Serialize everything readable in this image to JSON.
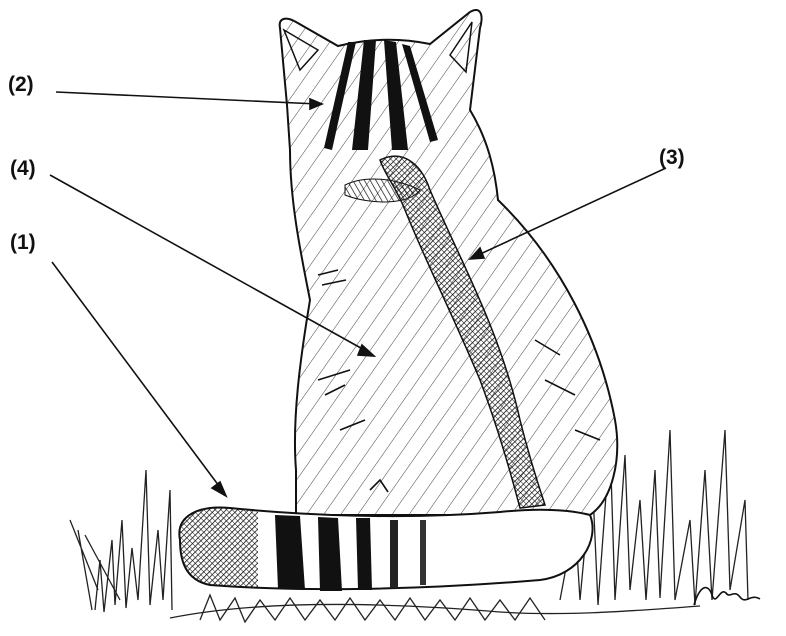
{
  "labels": {
    "label_1": "(1)",
    "label_2": "(2)",
    "label_3": "(3)",
    "label_4": "(4)"
  },
  "colors": {
    "ink": "#111111",
    "paper": "#ffffff"
  }
}
